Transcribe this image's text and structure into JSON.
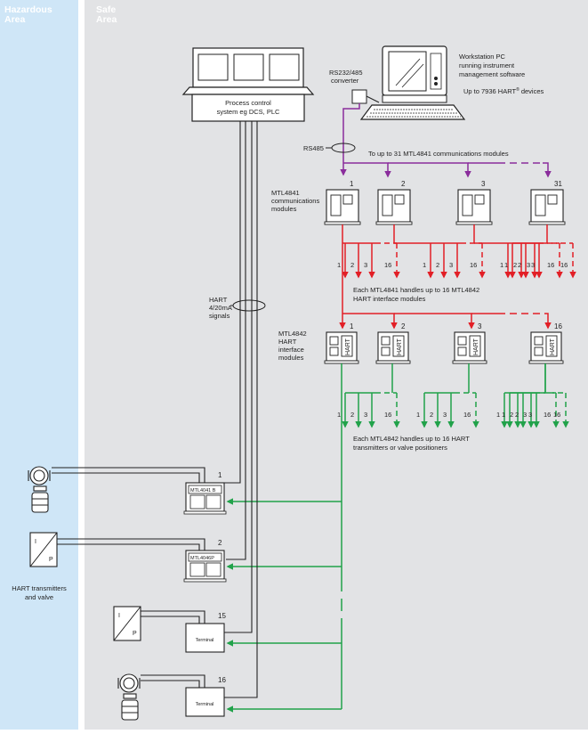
{
  "zones": {
    "hazardous_label_1": "Hazardous",
    "hazardous_label_2": "Area",
    "safe_label_1": "Safe",
    "safe_label_2": "Area"
  },
  "colors": {
    "hazardous_bg": "#cfe6f7",
    "safe_bg": "#e2e3e5",
    "divider": "#ffffff",
    "purple_link": "#8a2d9c",
    "red_link": "#e21f26",
    "green_link": "#21a24a",
    "device_stroke": "#222222"
  },
  "icons": {
    "workstation": "computer-monitor-keyboard-icon",
    "dcs": "control-panel-icon",
    "module": "din-rail-module-icon",
    "transmitter": "pressure-transmitter-icon",
    "valve": "current-to-pressure-converter-icon",
    "terminal": "terminal-block-icon"
  },
  "labels": {
    "workstation_1": "Workstation PC",
    "workstation_2": "running instrument",
    "workstation_3": "management software",
    "hart_devices": "Up to 7936  HART",
    "hart_devices_sup": "®",
    "hart_devices_tail": " devices",
    "converter_1": "RS232/485",
    "converter_2": "converter",
    "dcs_1": "Process control",
    "dcs_2": "system eg DCS, PLC",
    "rs485": "RS485",
    "upto31": "To up to 31 MTL4841 communications modules",
    "mtl4841_1": "MTL4841",
    "mtl4841_2": "communications",
    "mtl4841_3": "modules",
    "each4841_1": "Each MTL4841 handles up to 16 MTL4842",
    "each4841_2": "HART interface modules",
    "hart_signal_1": "HART",
    "hart_signal_2": "4/20mA",
    "hart_signal_3": "signals",
    "mtl4842_1": "MTL4842",
    "mtl4842_2": "HART",
    "mtl4842_3": "interface",
    "mtl4842_4": "modules",
    "each4842_1": "Each MTL4842 handles up to 16 HART",
    "each4842_2": "transmitters or valve positioners",
    "field_1": "HART transmitters",
    "field_2": "and valve",
    "hart_text": "HART",
    "module_a": "MTL4041 B",
    "module_b": "MTL4046P",
    "terminal": "Terminal",
    "ip_i": "I",
    "ip_p": "P"
  },
  "comm_modules": [
    "1",
    "2",
    "3",
    "31"
  ],
  "hart_modules": [
    "1",
    "2",
    "3",
    "16"
  ],
  "branch_numbers": [
    "1",
    "2",
    "3",
    "16"
  ],
  "field_blocks": [
    "1",
    "2",
    "15",
    "16"
  ]
}
